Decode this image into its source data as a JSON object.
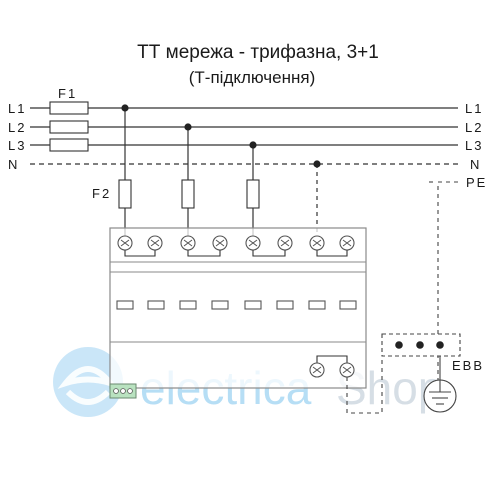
{
  "diagram": {
    "title": "ТТ мережа - трифазна, 3+1",
    "subtitle": "(Т-підключення)",
    "labels": {
      "main_fuse": "F1",
      "branch_fuse": "F2",
      "pe": "PE",
      "ebb": "EBB"
    },
    "lines": [
      {
        "left": "L1",
        "right": "L1"
      },
      {
        "left": "L2",
        "right": "L2"
      },
      {
        "left": "L3",
        "right": "L3"
      },
      {
        "left": "N",
        "right": "N"
      }
    ],
    "watermark": {
      "text_a": "electrica",
      "text_b": "Shop"
    },
    "colors": {
      "line": "#333333",
      "device_fill": "#ffffff",
      "device_stroke": "#8a8a8a",
      "watermark_blue": "#64b2e6",
      "watermark_grey": "#b8c6d4",
      "connector_green": "#b9e2c0"
    }
  }
}
